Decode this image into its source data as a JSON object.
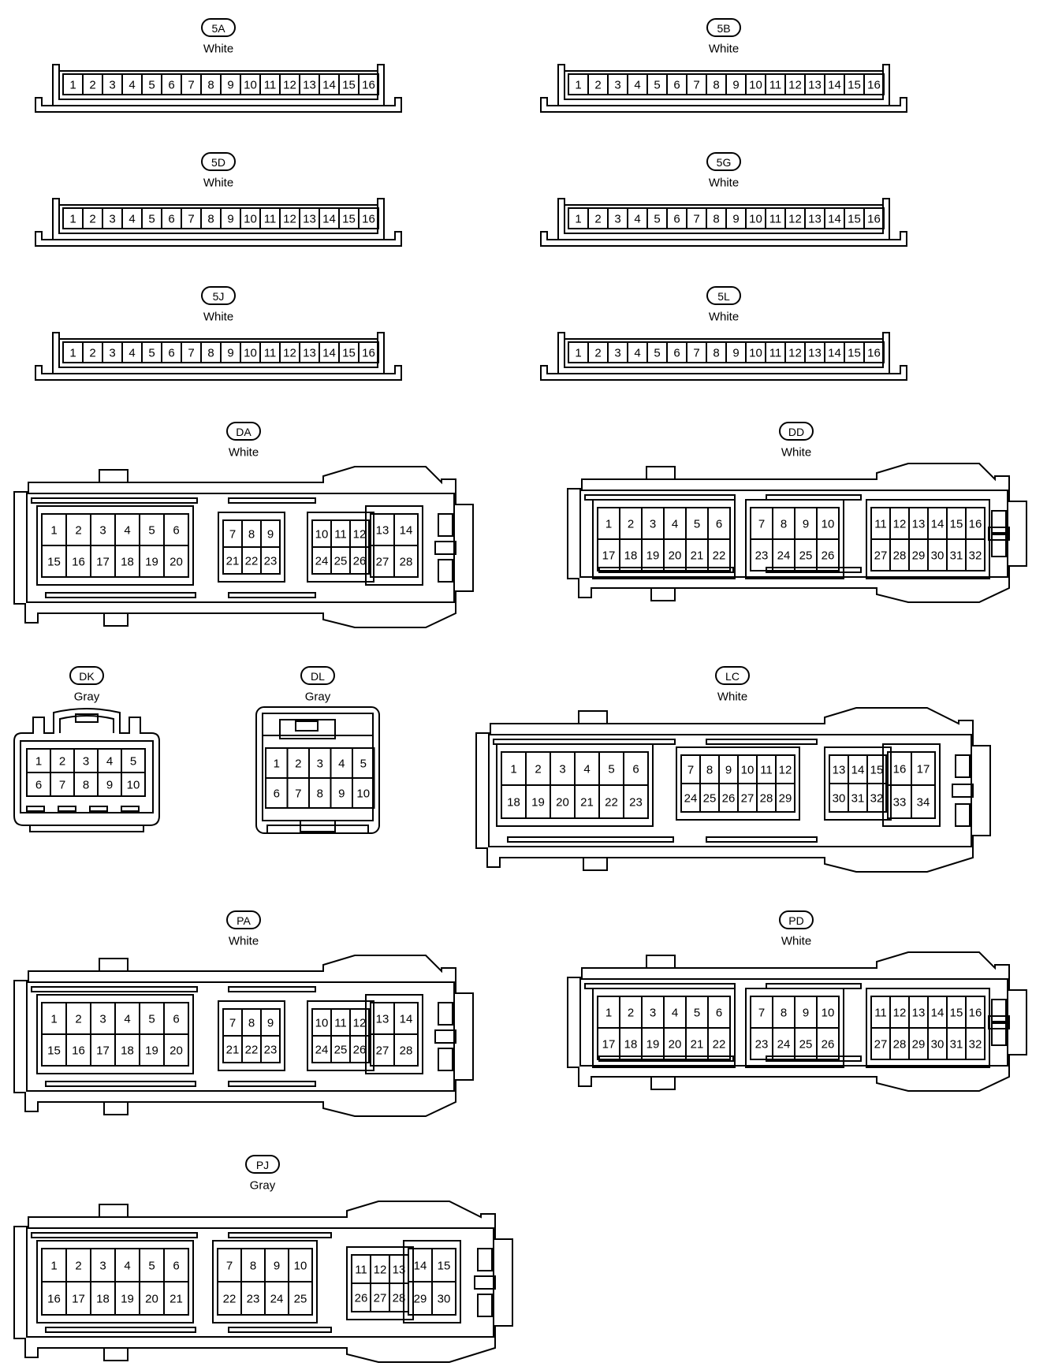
{
  "connectors": [
    {
      "id": "5A",
      "label": "5A",
      "color": "White",
      "type": "strip16",
      "pins": [
        "1",
        "2",
        "3",
        "4",
        "5",
        "6",
        "7",
        "8",
        "9",
        "10",
        "11",
        "12",
        "13",
        "14",
        "15",
        "16"
      ]
    },
    {
      "id": "5B",
      "label": "5B",
      "color": "White",
      "type": "strip16",
      "pins": [
        "1",
        "2",
        "3",
        "4",
        "5",
        "6",
        "7",
        "8",
        "9",
        "10",
        "11",
        "12",
        "13",
        "14",
        "15",
        "16"
      ]
    },
    {
      "id": "5D",
      "label": "5D",
      "color": "White",
      "type": "strip16",
      "pins": [
        "1",
        "2",
        "3",
        "4",
        "5",
        "6",
        "7",
        "8",
        "9",
        "10",
        "11",
        "12",
        "13",
        "14",
        "15",
        "16"
      ]
    },
    {
      "id": "5G",
      "label": "5G",
      "color": "White",
      "type": "strip16",
      "pins": [
        "1",
        "2",
        "3",
        "4",
        "5",
        "6",
        "7",
        "8",
        "9",
        "10",
        "11",
        "12",
        "13",
        "14",
        "15",
        "16"
      ]
    },
    {
      "id": "5J",
      "label": "5J",
      "color": "White",
      "type": "strip16",
      "pins": [
        "1",
        "2",
        "3",
        "4",
        "5",
        "6",
        "7",
        "8",
        "9",
        "10",
        "11",
        "12",
        "13",
        "14",
        "15",
        "16"
      ]
    },
    {
      "id": "5L",
      "label": "5L",
      "color": "White",
      "type": "strip16",
      "pins": [
        "1",
        "2",
        "3",
        "4",
        "5",
        "6",
        "7",
        "8",
        "9",
        "10",
        "11",
        "12",
        "13",
        "14",
        "15",
        "16"
      ]
    },
    {
      "id": "DA",
      "label": "DA",
      "color": "White",
      "type": "ecu28",
      "groups": [
        {
          "rows": [
            [
              "1",
              "2",
              "3",
              "4",
              "5",
              "6"
            ],
            [
              "15",
              "16",
              "17",
              "18",
              "19",
              "20"
            ]
          ]
        },
        {
          "rows": [
            [
              "7",
              "8",
              "9"
            ],
            [
              "21",
              "22",
              "23"
            ]
          ]
        },
        {
          "rows": [
            [
              "10",
              "11",
              "12"
            ],
            [
              "24",
              "25",
              "26"
            ]
          ]
        },
        {
          "rows": [
            [
              "13",
              "14"
            ],
            [
              "27",
              "28"
            ]
          ]
        }
      ]
    },
    {
      "id": "DD",
      "label": "DD",
      "color": "White",
      "type": "ecu32",
      "groups": [
        {
          "rows": [
            [
              "1",
              "2",
              "3",
              "4",
              "5",
              "6"
            ],
            [
              "17",
              "18",
              "19",
              "20",
              "21",
              "22"
            ]
          ]
        },
        {
          "rows": [
            [
              "7",
              "8",
              "9",
              "10"
            ],
            [
              "23",
              "24",
              "25",
              "26"
            ]
          ]
        },
        {
          "rows": [
            [
              "11",
              "12",
              "13",
              "14",
              "15",
              "16"
            ],
            [
              "27",
              "28",
              "29",
              "30",
              "31",
              "32"
            ]
          ]
        }
      ]
    },
    {
      "id": "DK",
      "label": "DK",
      "color": "Gray",
      "type": "small10a",
      "rows": [
        [
          "1",
          "2",
          "3",
          "4",
          "5"
        ],
        [
          "6",
          "7",
          "8",
          "9",
          "10"
        ]
      ]
    },
    {
      "id": "DL",
      "label": "DL",
      "color": "Gray",
      "type": "small10b",
      "rows": [
        [
          "1",
          "2",
          "3",
          "4",
          "5"
        ],
        [
          "6",
          "7",
          "8",
          "9",
          "10"
        ]
      ]
    },
    {
      "id": "LC",
      "label": "LC",
      "color": "White",
      "type": "ecu34",
      "groups": [
        {
          "rows": [
            [
              "1",
              "2",
              "3",
              "4",
              "5",
              "6"
            ],
            [
              "18",
              "19",
              "20",
              "21",
              "22",
              "23"
            ]
          ]
        },
        {
          "rows": [
            [
              "7",
              "8",
              "9",
              "10",
              "11",
              "12"
            ],
            [
              "24",
              "25",
              "26",
              "27",
              "28",
              "29"
            ]
          ]
        },
        {
          "rows": [
            [
              "13",
              "14",
              "15"
            ],
            [
              "30",
              "31",
              "32"
            ]
          ]
        },
        {
          "rows": [
            [
              "16",
              "17"
            ],
            [
              "33",
              "34"
            ]
          ]
        }
      ]
    },
    {
      "id": "PA",
      "label": "PA",
      "color": "White",
      "type": "ecu28",
      "groups": [
        {
          "rows": [
            [
              "1",
              "2",
              "3",
              "4",
              "5",
              "6"
            ],
            [
              "15",
              "16",
              "17",
              "18",
              "19",
              "20"
            ]
          ]
        },
        {
          "rows": [
            [
              "7",
              "8",
              "9"
            ],
            [
              "21",
              "22",
              "23"
            ]
          ]
        },
        {
          "rows": [
            [
              "10",
              "11",
              "12"
            ],
            [
              "24",
              "25",
              "26"
            ]
          ]
        },
        {
          "rows": [
            [
              "13",
              "14"
            ],
            [
              "27",
              "28"
            ]
          ]
        }
      ]
    },
    {
      "id": "PD",
      "label": "PD",
      "color": "White",
      "type": "ecu32",
      "groups": [
        {
          "rows": [
            [
              "1",
              "2",
              "3",
              "4",
              "5",
              "6"
            ],
            [
              "17",
              "18",
              "19",
              "20",
              "21",
              "22"
            ]
          ]
        },
        {
          "rows": [
            [
              "7",
              "8",
              "9",
              "10"
            ],
            [
              "23",
              "24",
              "25",
              "26"
            ]
          ]
        },
        {
          "rows": [
            [
              "11",
              "12",
              "13",
              "14",
              "15",
              "16"
            ],
            [
              "27",
              "28",
              "29",
              "30",
              "31",
              "32"
            ]
          ]
        }
      ]
    },
    {
      "id": "PJ",
      "label": "PJ",
      "color": "Gray",
      "type": "ecu30",
      "groups": [
        {
          "rows": [
            [
              "1",
              "2",
              "3",
              "4",
              "5",
              "6"
            ],
            [
              "16",
              "17",
              "18",
              "19",
              "20",
              "21"
            ]
          ]
        },
        {
          "rows": [
            [
              "7",
              "8",
              "9",
              "10"
            ],
            [
              "22",
              "23",
              "24",
              "25"
            ]
          ]
        },
        {
          "rows": [
            [
              "11",
              "12",
              "13"
            ],
            [
              "26",
              "27",
              "28"
            ]
          ]
        },
        {
          "rows": [
            [
              "14",
              "15"
            ],
            [
              "29",
              "30"
            ]
          ]
        }
      ]
    }
  ]
}
